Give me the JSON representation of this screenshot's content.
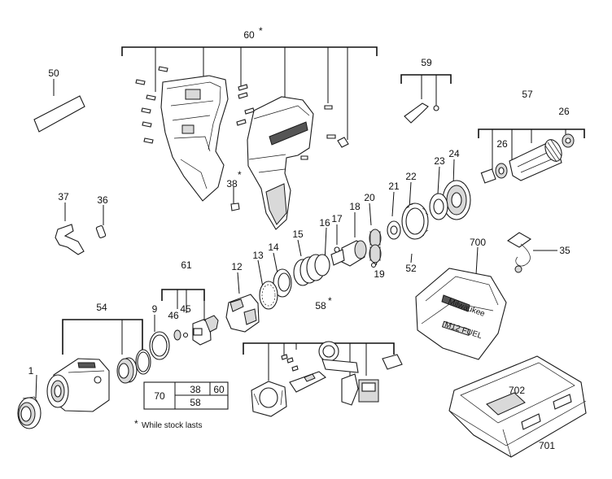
{
  "callouts": {
    "c60": "60",
    "c50": "50",
    "c59": "59",
    "c57": "57",
    "c26a": "26",
    "c26b": "26",
    "c22": "22",
    "c23": "23",
    "c24": "24",
    "c37": "37",
    "c36": "36",
    "c38": "38",
    "c21": "21",
    "c20": "20",
    "c18": "18",
    "c17": "17",
    "c16": "16",
    "c15": "15",
    "c14": "14",
    "c13": "13",
    "c12": "12",
    "c61": "61",
    "c19": "19",
    "c52": "52",
    "c700": "700",
    "c35": "35",
    "c54": "54",
    "c9": "9",
    "c46": "46",
    "c45": "45",
    "c58": "58",
    "c1": "1",
    "c702": "702",
    "c701": "701"
  },
  "asterisk": "*",
  "table": {
    "c70": "70",
    "c38": "38",
    "c60": "60",
    "c58": "58"
  },
  "footnote": "While stock lasts",
  "case_logo": "Milwaukee",
  "case_model": "M12 FUEL"
}
